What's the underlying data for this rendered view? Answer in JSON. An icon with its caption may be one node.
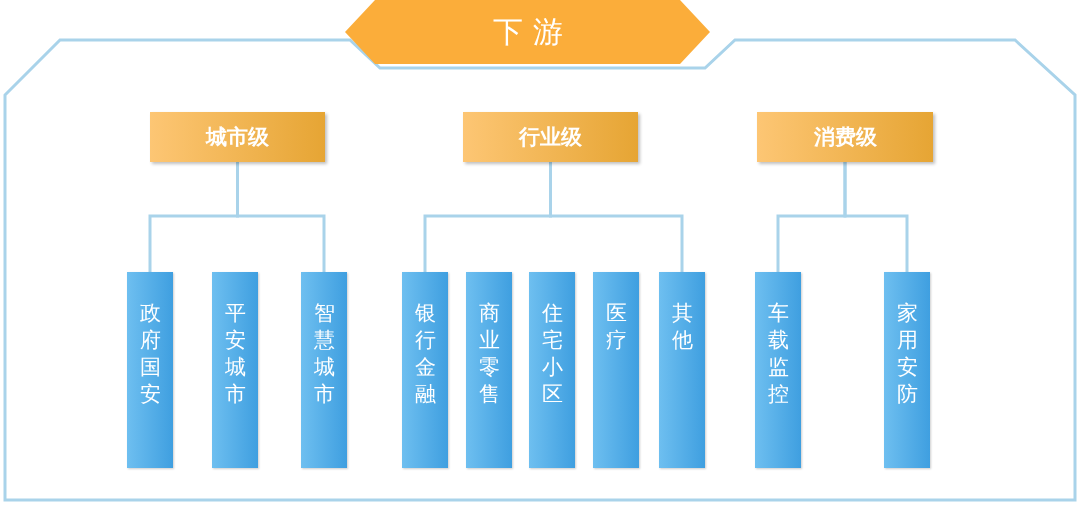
{
  "diagram": {
    "nodes": [
      {
        "text": [
          "下游"
        ]
      },
      {
        "text": [
          "城市级"
        ],
        "in": 0
      },
      {
        "text": [
          "行业级"
        ],
        "in": 0
      },
      {
        "text": [
          "消费级"
        ],
        "in": 0
      },
      {
        "text": [
          "政府国安"
        ],
        "in": 0
      },
      {
        "text": [
          "平安城市"
        ],
        "in": 0
      },
      {
        "text": [
          "智慧城市"
        ],
        "in": 0
      },
      {
        "text": [
          "银行金融"
        ],
        "in": 0
      },
      {
        "text": [
          "商业零售"
        ],
        "in": 0
      },
      {
        "text": [
          "住宅小区"
        ],
        "in": 0
      },
      {
        "text": [
          "医疗"
        ],
        "in": 0
      },
      {
        "text": [
          "其他"
        ],
        "in": 0
      },
      {
        "text": [
          "车载监控"
        ],
        "in": 0
      },
      {
        "text": [
          "家用安防"
        ],
        "in": 0
      }
    ],
    "edges": [
      {
        "from": 1,
        "to": 4,
        "arrow": "none"
      },
      {
        "from": 1,
        "to": 6,
        "arrow": "none"
      },
      {
        "from": 2,
        "to": 7,
        "arrow": "none"
      },
      {
        "from": 2,
        "to": 11,
        "arrow": "none"
      },
      {
        "from": 3,
        "to": 12,
        "arrow": "none"
      },
      {
        "from": 3,
        "to": 13,
        "arrow": "none"
      }
    ]
  }
}
